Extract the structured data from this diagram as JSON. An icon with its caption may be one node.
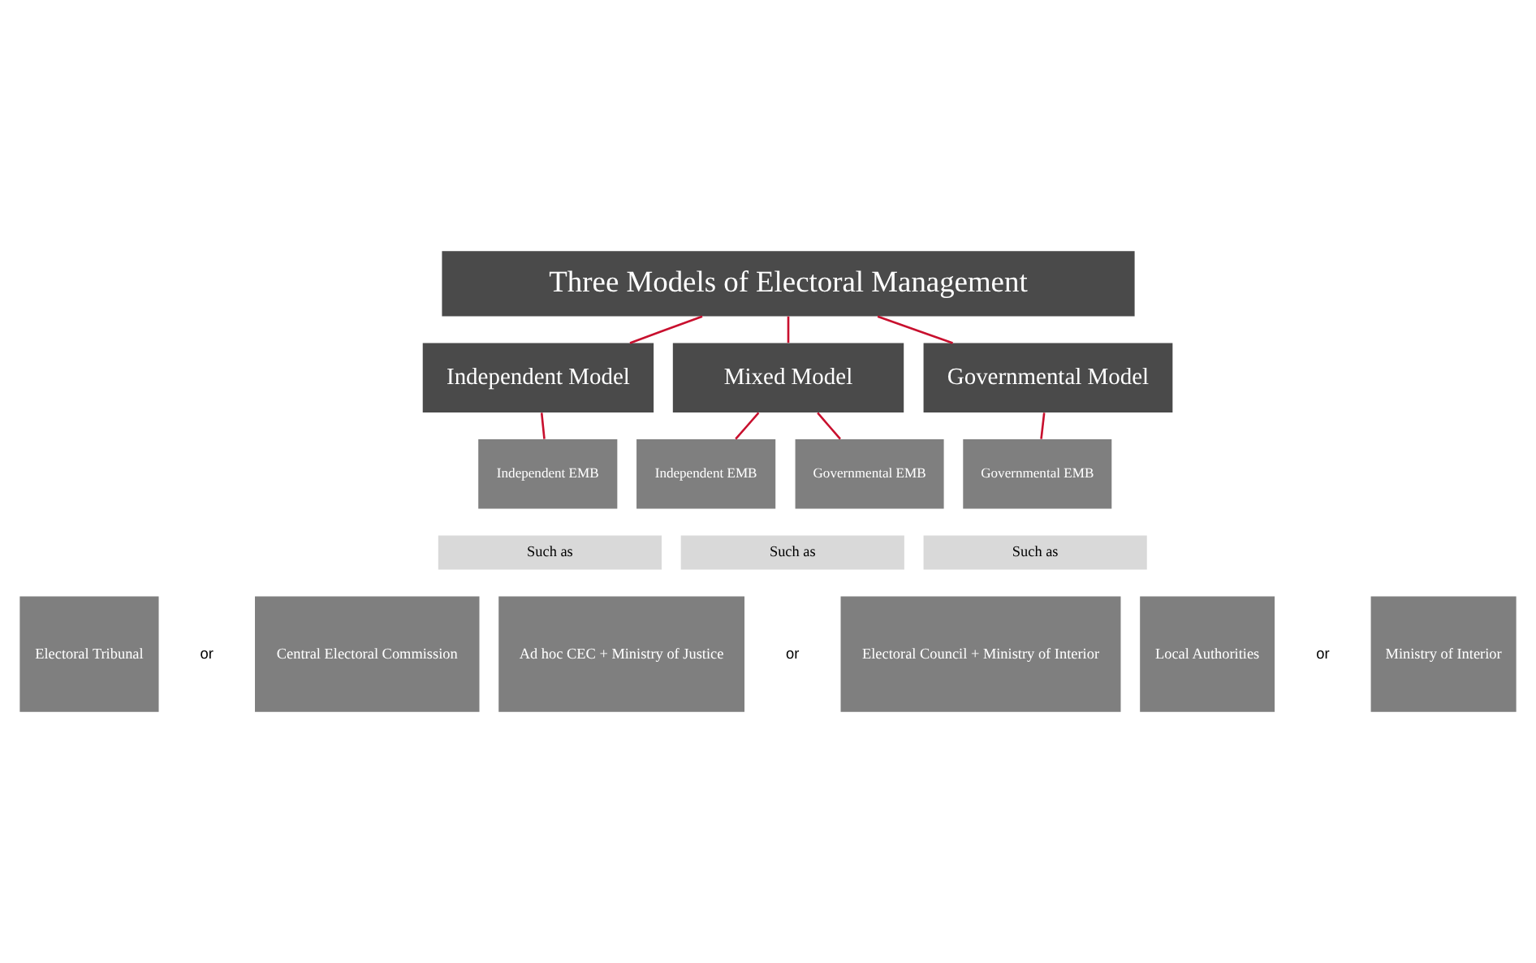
{
  "diagram": {
    "nodes": [
      {
        "text": [
          "Three Models of Electoral Management"
        ]
      },
      {
        "text": [
          "Independent Model"
        ]
      },
      {
        "text": [
          "Mixed Model"
        ]
      },
      {
        "text": [
          "Governmental Model"
        ]
      },
      {
        "text": [
          "Independent EMB"
        ]
      },
      {
        "text": [
          "Independent EMB"
        ]
      },
      {
        "text": [
          "Governmental EMB"
        ]
      },
      {
        "text": [
          "Governmental EMB"
        ]
      },
      {
        "text": [
          "Such as"
        ]
      },
      {
        "text": [
          "Such as"
        ]
      },
      {
        "text": [
          "Such as"
        ]
      },
      {
        "text": [
          "Electoral Tribunal"
        ]
      },
      {
        "text": [
          "Central Electoral Commission"
        ]
      },
      {
        "text": [
          "Ad hoc CEC + Ministry of Justice"
        ]
      },
      {
        "text": [
          "Electoral Council + Ministry of Interior"
        ]
      },
      {
        "text": [
          "Local Authorities"
        ]
      },
      {
        "text": [
          "Ministry of Interior"
        ]
      }
    ],
    "edges": [
      {
        "from": 0,
        "to": 1,
        "arrow": "none"
      },
      {
        "from": 0,
        "to": 2,
        "arrow": "none"
      },
      {
        "from": 0,
        "to": 3,
        "arrow": "none"
      },
      {
        "from": 1,
        "to": 4,
        "arrow": "none"
      },
      {
        "from": 2,
        "to": 5,
        "arrow": "none"
      },
      {
        "from": 2,
        "to": 6,
        "arrow": "none"
      },
      {
        "from": 3,
        "to": 7,
        "arrow": "none"
      }
    ],
    "labels": [
      "or",
      "or",
      "or"
    ]
  }
}
